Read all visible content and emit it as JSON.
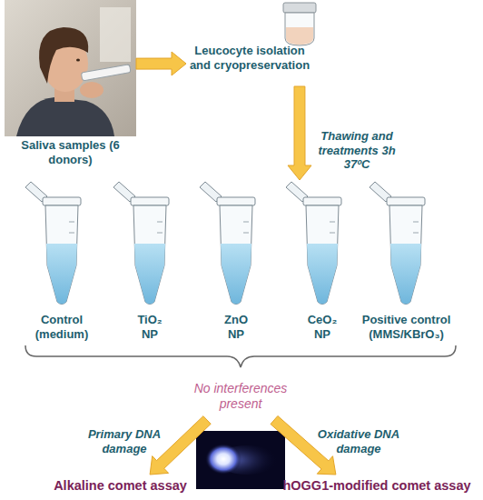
{
  "diagram": {
    "nodes": [
      {
        "text": [
          "Saliva samples (6 donors)"
        ]
      },
      {
        "text": [
          "Leucocyte isolation and cryopreservation"
        ]
      },
      {
        "text": [
          "Control (medium)"
        ]
      },
      {
        "text": [
          "TiO₂ NP"
        ]
      },
      {
        "text": [
          "ZnO NP"
        ]
      },
      {
        "text": [
          "CeO₂ NP"
        ]
      },
      {
        "text": [
          "Positive control (MMS/KBrO₃)"
        ]
      },
      {
        "text": [
          "No interferences present"
        ]
      },
      {
        "text": [
          "Alkaline comet assay"
        ]
      },
      {
        "text": [
          "hOGG1-modified comet assay"
        ]
      }
    ],
    "edges": [
      {
        "from": 0,
        "to": 1,
        "arrow": "to"
      },
      {
        "from": 1,
        "to": 5,
        "arrow": "to",
        "label": "Thawing and treatments 3h 37ºC"
      },
      {
        "from": 7,
        "to": 8,
        "arrow": "to",
        "label": "Primary DNA damage"
      },
      {
        "from": 7,
        "to": 9,
        "arrow": "to",
        "label": "Oxidative DNA damage"
      }
    ]
  }
}
